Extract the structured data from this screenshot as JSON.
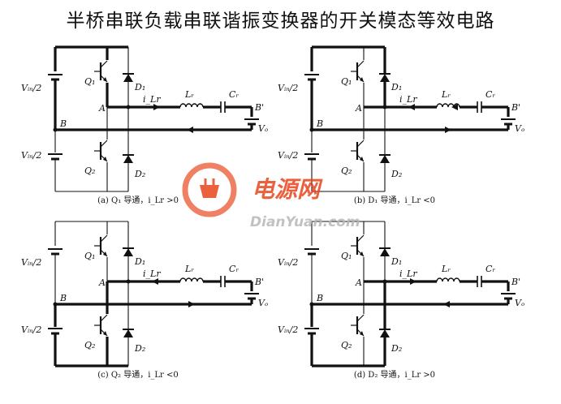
{
  "title": "半桥串联负载串联谐振变换器的开关模态等效电路",
  "watermark": {
    "cn": "电源网",
    "en": "DianYuan.com",
    "color": "#e8451c"
  },
  "panels": [
    {
      "id": "a",
      "caption": "(a) Q₁ 导通，i_Lr >0",
      "vtop": "Vᵢₙ/2",
      "vbot": "Vᵢₙ/2",
      "q1": "Q₁",
      "q2": "Q₂",
      "d1": "D₁",
      "d2": "D₂",
      "a": "A",
      "b": "B",
      "bp": "B'",
      "ilr": "i_Lr",
      "lr": "Lᵣ",
      "cr": "Cᵣ",
      "vo": "Vₒ"
    },
    {
      "id": "b",
      "caption": "(b) D₁ 导通，i_Lr <0",
      "vtop": "Vᵢₙ/2",
      "vbot": "Vᵢₙ/2",
      "q1": "Q₁",
      "q2": "Q₂",
      "d1": "D₁",
      "d2": "D₂",
      "a": "A",
      "b": "B",
      "bp": "B'",
      "ilr": "i_Lr",
      "lr": "Lᵣ",
      "cr": "Cᵣ",
      "vo": "Vₒ"
    },
    {
      "id": "c",
      "caption": "(c) Q₂ 导通，i_Lr <0",
      "vtop": "Vᵢₙ/2",
      "vbot": "Vᵢₙ/2",
      "q1": "Q₁",
      "q2": "Q₂",
      "d1": "D₁",
      "d2": "D₂",
      "a": "A",
      "b": "B",
      "bp": "B'",
      "ilr": "i_Lr",
      "lr": "Lᵣ",
      "cr": "Cᵣ",
      "vo": "Vₒ"
    },
    {
      "id": "d",
      "caption": "(d) D₂ 导通，i_Lr >0",
      "vtop": "Vᵢₙ/2",
      "vbot": "Vᵢₙ/2",
      "q1": "Q₁",
      "q2": "Q₂",
      "d1": "D₁",
      "d2": "D₂",
      "a": "A",
      "b": "B",
      "bp": "B'",
      "ilr": "i_Lr",
      "lr": "Lᵣ",
      "cr": "Cᵣ",
      "vo": "Vₒ"
    }
  ]
}
